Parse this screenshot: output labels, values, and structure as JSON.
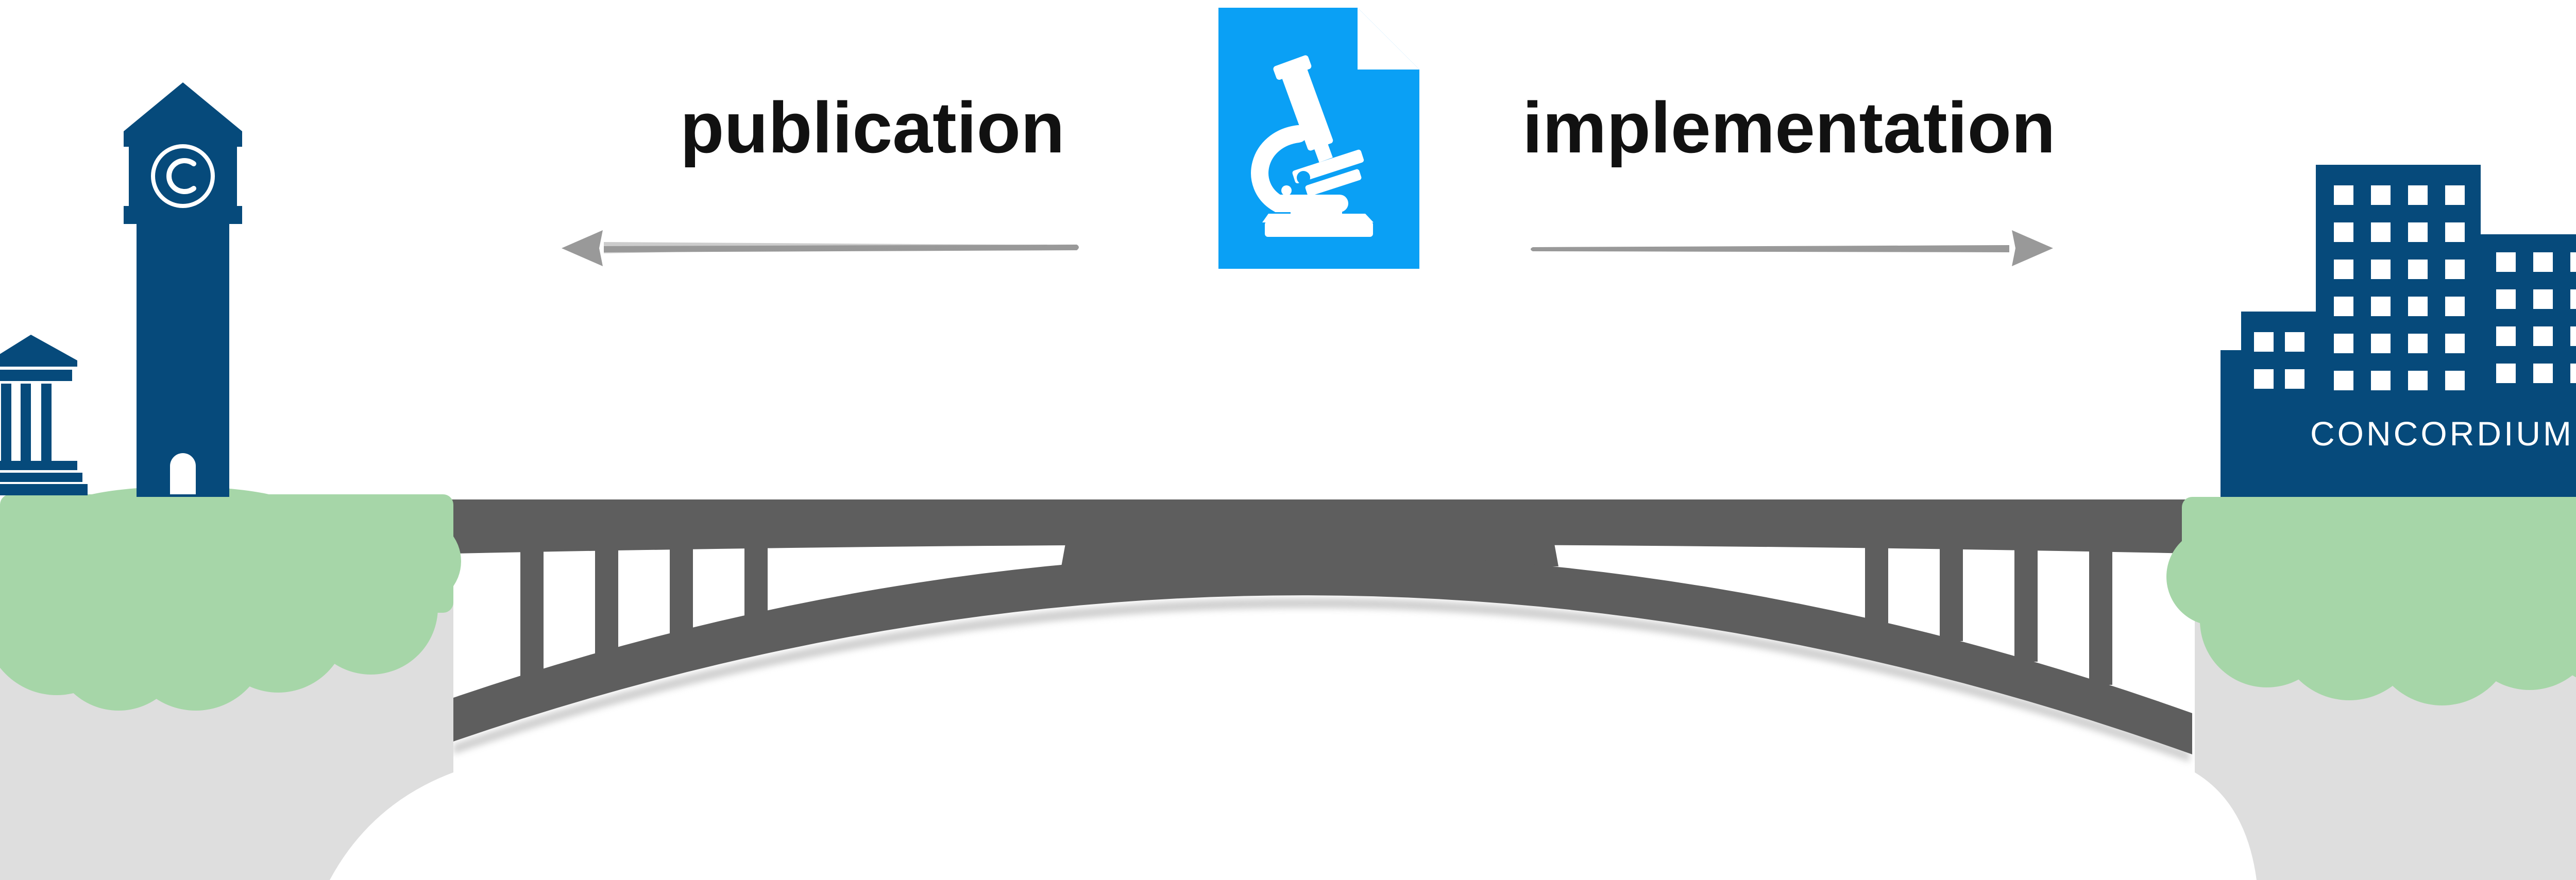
{
  "labels": {
    "left_arrow": "publication",
    "right_arrow": "implementation",
    "company": "CONCORDIUM"
  },
  "icons": {
    "document": "scientific-paper-icon",
    "microscope": "microscope-icon",
    "university": "clock-tower-icon",
    "museum": "classical-building-icon",
    "company": "office-building-icon"
  },
  "colors": {
    "document_blue": "#0aa0f5",
    "navy": "#064a7b",
    "bridge": "#5e5e5e",
    "grass": "#a6d6a8",
    "cliff": "#dedede",
    "arrow": "#999999",
    "text": "#111111"
  }
}
